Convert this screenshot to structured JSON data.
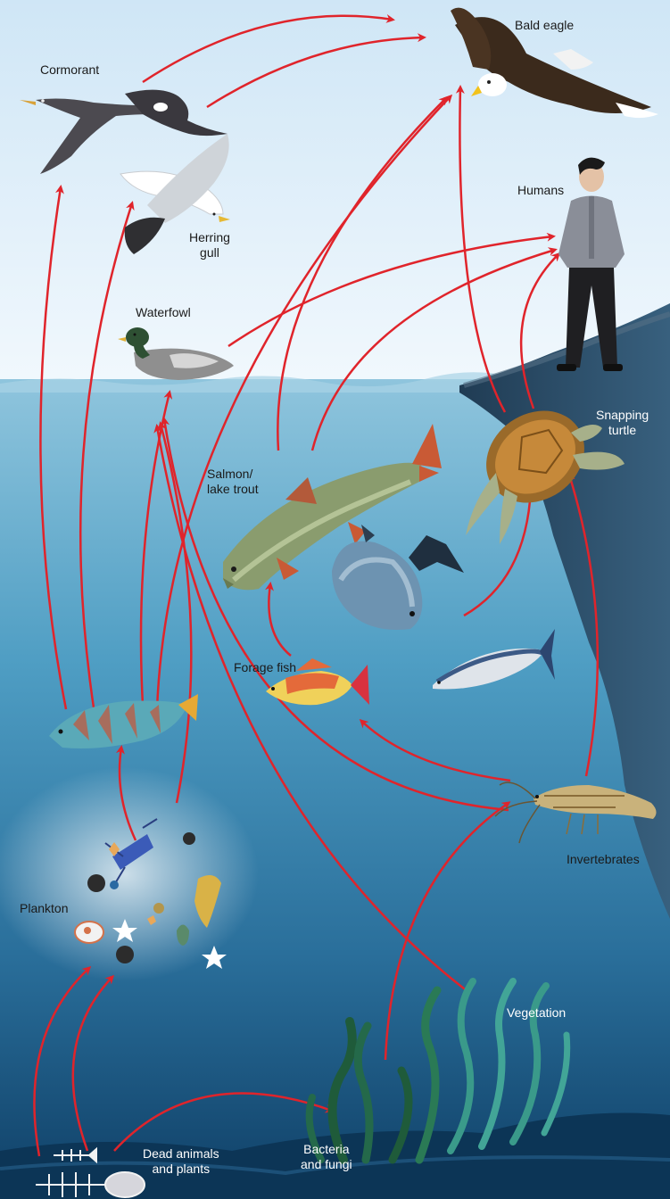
{
  "diagram": {
    "kind": "aquatic food web",
    "arrow_color": "#e0242b",
    "colors": {
      "sky_top": "#cfe6f6",
      "sky_bottom": "#f1f8fd",
      "water_top": "#8fc5dd",
      "water_mid": "#3d8fb6",
      "water_deep": "#0f3f66",
      "cliff": "#2e4d66"
    },
    "nodes": {
      "bald_eagle": "Bald eagle",
      "cormorant": "Cormorant",
      "herring_gull": "Herring\ngull",
      "humans": "Humans",
      "waterfowl": "Waterfowl",
      "snapping_turtle": "Snapping\nturtle",
      "salmon_trout": "Salmon/\nlake trout",
      "forage_fish": "Forage fish",
      "invertebrates": "Invertebrates",
      "plankton": "Plankton",
      "vegetation": "Vegetation",
      "dead_matter": "Dead animals\nand plants",
      "bacteria_fungi": "Bacteria\nand fungi"
    },
    "icons": [
      "bald-eagle-icon",
      "cormorant-icon",
      "gull-icon",
      "human-icon",
      "duck-icon",
      "turtle-icon",
      "salmon-icon",
      "tarpon-icon",
      "forage-fish-icon",
      "tuna-icon",
      "goby-icon",
      "shrimp-icon",
      "plankton-icon",
      "seaweed-icon",
      "fish-skeleton-icon"
    ]
  }
}
